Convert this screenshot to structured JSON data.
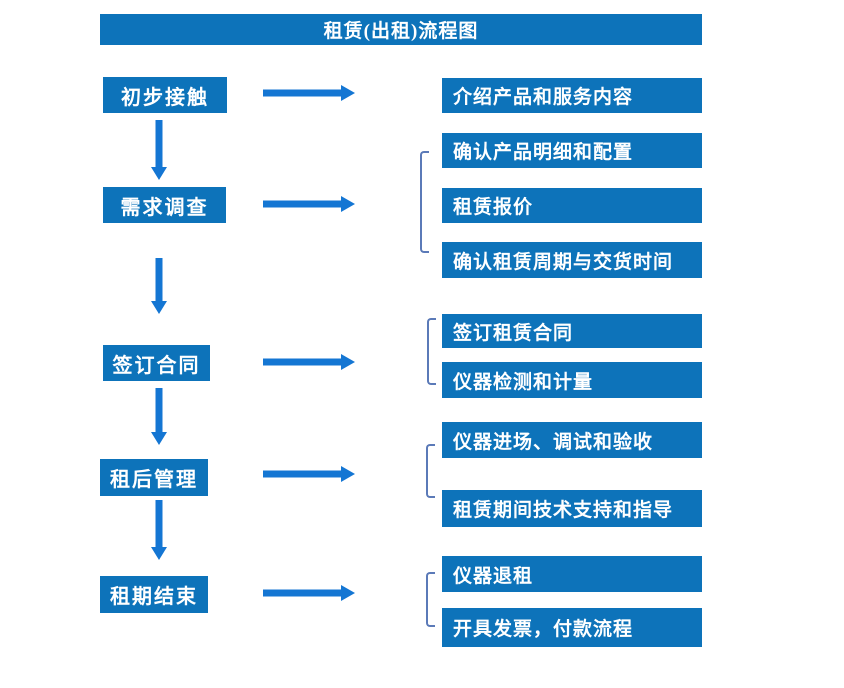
{
  "title": "租赁(出租)流程图",
  "colors": {
    "box_blue": "#0d73ba",
    "arrow_blue": "#1476d3",
    "bracket_blue": "#5b7ab8",
    "text_white": "#ffffff"
  },
  "left_steps": [
    {
      "label": "初步接触"
    },
    {
      "label": "需求调查"
    },
    {
      "label": "签订合同"
    },
    {
      "label": "租后管理"
    },
    {
      "label": "租期结束"
    }
  ],
  "right_items": [
    {
      "label": "介绍产品和服务内容"
    },
    {
      "label": "确认产品明细和配置"
    },
    {
      "label": "租赁报价"
    },
    {
      "label": "确认租赁周期与交货时间"
    },
    {
      "label": "签订租赁合同"
    },
    {
      "label": "仪器检测和计量"
    },
    {
      "label": "仪器进场、调试和验收"
    },
    {
      "label": "租赁期间技术支持和指导"
    },
    {
      "label": "仪器退租"
    },
    {
      "label": "开具发票，付款流程"
    }
  ]
}
